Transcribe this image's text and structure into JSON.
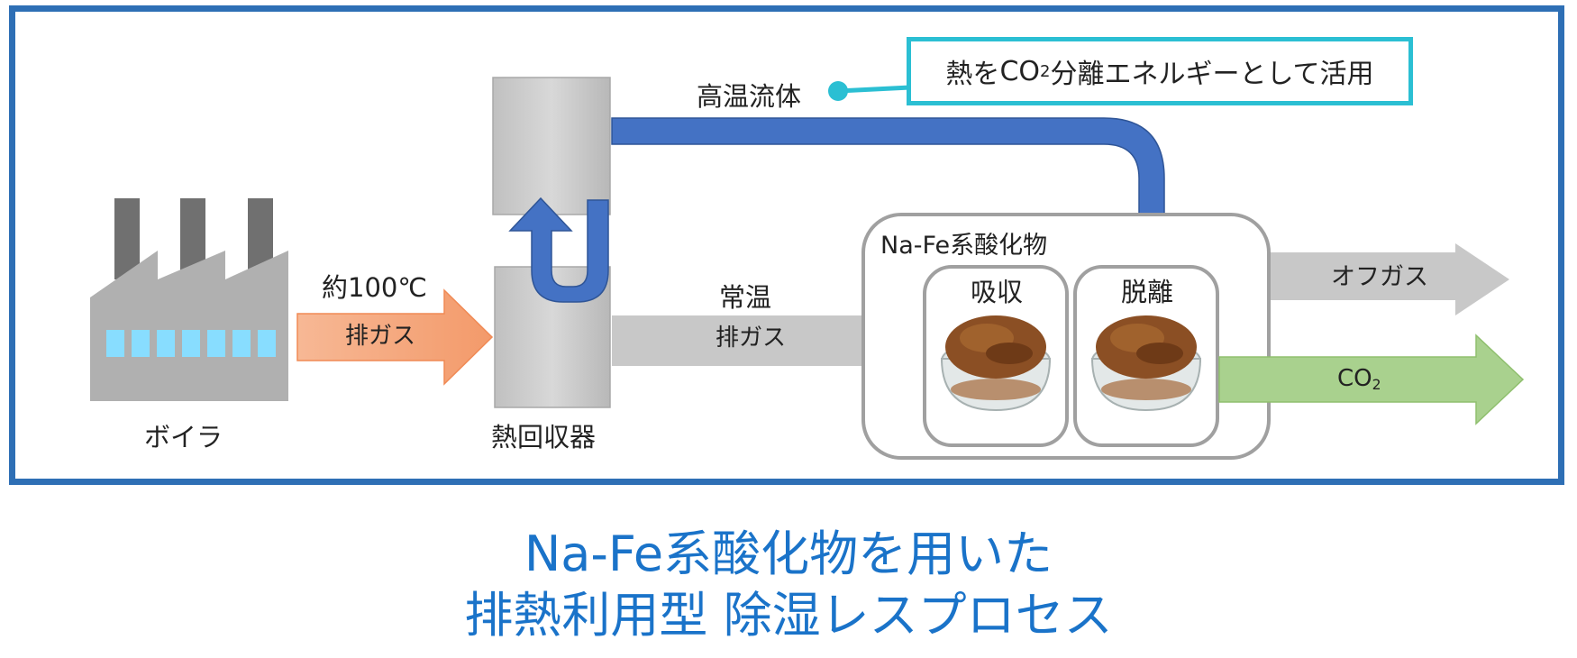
{
  "labels": {
    "boiler": "ボイラ",
    "temp_100": "約100℃",
    "exhaust_gas_1": "排ガス",
    "heat_recovery": "熱回収器",
    "high_temp_fluid": "高温流体",
    "room_temp": "常温",
    "exhaust_gas_2": "排ガス",
    "material": "Na-Fe系酸化物",
    "absorb": "吸収",
    "desorb": "脱離",
    "off_gas": "オフガス",
    "co2_main": "CO",
    "co2_sub": "2"
  },
  "callout": {
    "prefix": "熱を",
    "co": "CO",
    "sub": "2",
    "suffix": "分離エネルギーとして活用"
  },
  "title": {
    "line1": "Na-Fe系酸化物を用いた",
    "line2": "排熱利用型 除湿レスプロセス"
  },
  "colors": {
    "frame": "#2e6fb5",
    "callout_border": "#2bbfd3",
    "title": "#1a73c9",
    "hot_arrow": "#4472c4",
    "exhaust_arrow": "#f4a582",
    "co2_arrow": "#a9d18e",
    "gray_arrow": "#c8c8c8",
    "window": "#88ddff"
  }
}
